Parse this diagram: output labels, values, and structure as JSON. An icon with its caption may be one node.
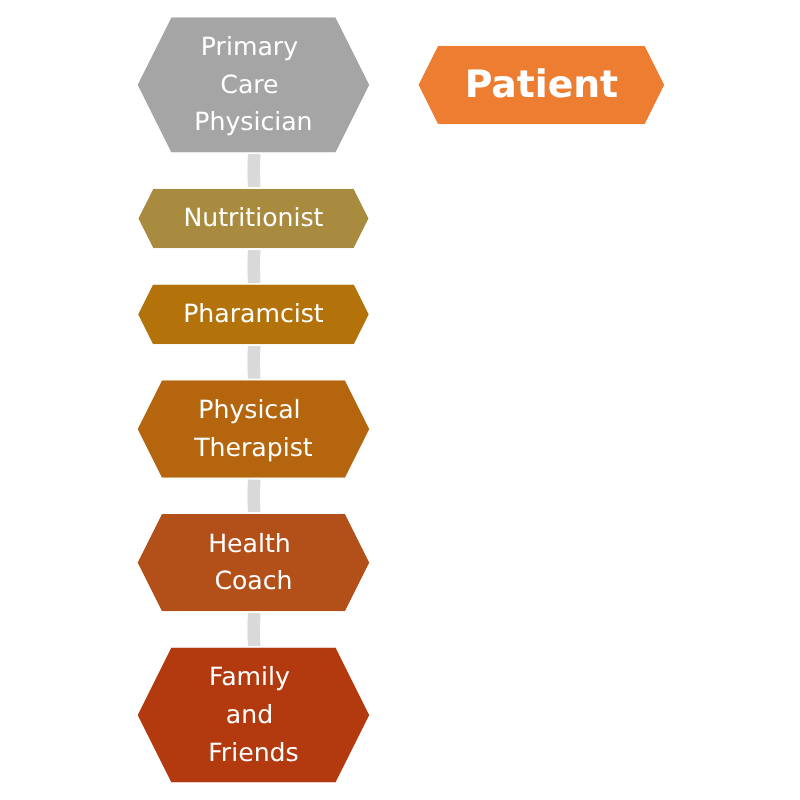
{
  "diagram": {
    "nodes": [
      {
        "text": [
          "Primary Care Physician"
        ]
      },
      {
        "text": [
          "Nutritionist"
        ]
      },
      {
        "text": [
          "Family and Friends"
        ]
      },
      {
        "text": [
          "Patient"
        ]
      },
      {
        "text": [
          "Health Coach"
        ]
      },
      {
        "text": [
          "Pharamcist"
        ]
      },
      {
        "text": [
          "Physical Therapist"
        ]
      }
    ],
    "edges": [
      {
        "from": 0,
        "to": 1,
        "arrow": "none"
      },
      {
        "from": 1,
        "to": 5,
        "arrow": "none"
      },
      {
        "from": 5,
        "to": 6,
        "arrow": "none"
      },
      {
        "from": 6,
        "to": 4,
        "arrow": "none"
      },
      {
        "from": 4,
        "to": 2,
        "arrow": "none"
      }
    ]
  }
}
